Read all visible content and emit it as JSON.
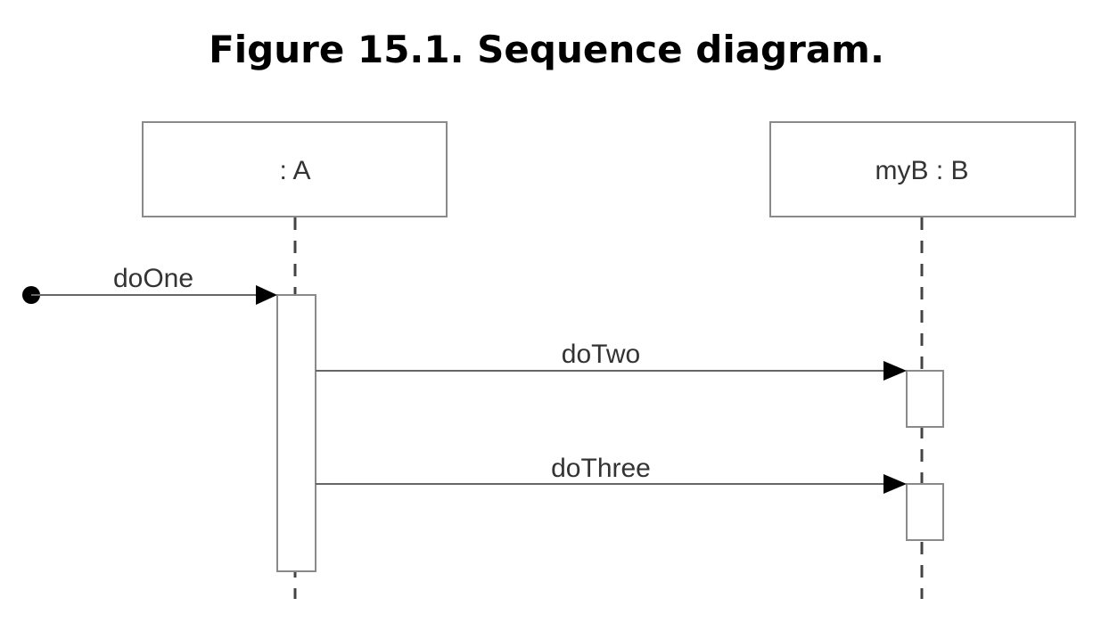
{
  "figure": {
    "title": "Figure 15.1. Sequence diagram."
  },
  "participants": [
    {
      "label": ": A"
    },
    {
      "label": "myB : B"
    }
  ],
  "messages": [
    {
      "label": "doOne",
      "from": "found",
      "to": ": A"
    },
    {
      "label": "doTwo",
      "from": ": A",
      "to": "myB : B"
    },
    {
      "label": "doThree",
      "from": ": A",
      "to": "myB : B"
    }
  ]
}
